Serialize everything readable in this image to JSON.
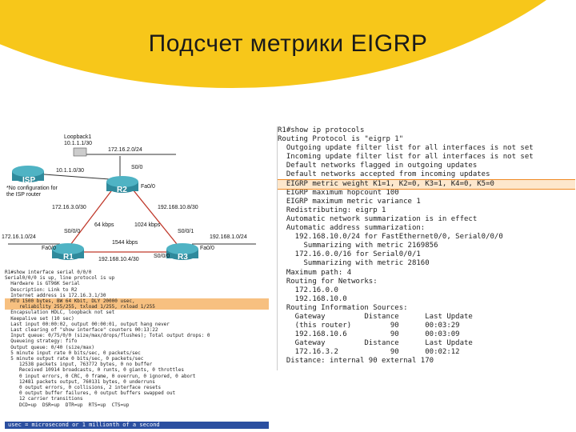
{
  "title": "Подсчет метрики EIGRP",
  "topology": {
    "nodes": {
      "isp": "ISP",
      "r1": "R1",
      "r2": "R2",
      "r3": "R3"
    },
    "labels": {
      "loopback": "Loopback1",
      "loopback_addr": "10.1.1.1/30",
      "net_top": "172.16.2.0/24",
      "isp_link": "10.1.1.0/30",
      "isp_note1": "*No configuration for",
      "isp_note2": "the ISP router",
      "s0_top": "S0/0",
      "fa00_r2": "Fa0/0",
      "link_r1r2": "172.16.3.0/30",
      "link_r2r3": "192.168.10.8/30",
      "bw_r1r2": "64 kbps",
      "bw_r2r3": "1024 kbps",
      "bw_r1r3": "1544 kbps",
      "link_r1r3": "192.168.10.4/30",
      "lan_r1": "172.16.1.0/24",
      "lan_r3": "192.168.1.0/24",
      "s00_r1": "S0/0/0",
      "s01_r3": "S0/0/1",
      "s00_r3": "S0/0/0",
      "fa_r1": "Fa0/0",
      "fa_r3": "Fa0/0"
    }
  },
  "left_cli": [
    "R1#show interface serial 0/0/0",
    "Serial0/0/0 is up, line protocol is up",
    "  Hardware is GT96K Serial",
    "  Description: Link to R2",
    "  Internet address is 172.16.3.1/30",
    "  MTU 1500 bytes, BW 64 Kbit, DLY 20000 usec,",
    "     reliability 255/255, txload 1/255, rxload 1/255",
    "  Encapsulation HDLC, loopback not set",
    "  Keepalive set (10 sec)",
    "  Last input 00:00:02, output 00:00:01, output hang never",
    "  Last clearing of \"show interface\" counters 00:13:22",
    "  Input queue: 0/75/0/0 (size/max/drops/flushes); Total output drops: 0",
    "  Queueing strategy: fifo",
    "  Output queue: 0/40 (size/max)",
    "  5 minute input rate 0 bits/sec, 0 packets/sec",
    "  5 minute output rate 0 bits/sec, 0 packets/sec",
    "     12538 packets input, 763772 bytes, 0 no buffer",
    "     Received 10914 broadcasts, 0 runts, 0 giants, 0 throttles",
    "     0 input errors, 0 CRC, 0 frame, 0 overrun, 0 ignored, 0 abort",
    "     12481 packets output, 760131 bytes, 0 underruns",
    "     0 output errors, 0 collisions, 2 interface resets",
    "     0 output buffer failures, 0 output buffers swapped out",
    "     12 carrier transitions",
    "     DCD=up  DSR=up  DTR=up  RTS=up  CTS=up"
  ],
  "note": "usec = microsecond or 1 millionth of a second",
  "right_cli": [
    "R1#show ip protocols",
    "Routing Protocol is \"eigrp 1\"",
    "  Outgoing update filter list for all interfaces is not set",
    "  Incoming update filter list for all interfaces is not set",
    "  Default networks flagged in outgoing updates",
    "  Default networks accepted from incoming updates",
    "  EIGRP metric weight K1=1, K2=0, K3=1, K4=0, K5=0",
    "  EIGRP maximum hopcount 100",
    "  EIGRP maximum metric variance 1",
    "  Redistributing: eigrp 1",
    "  Automatic network summarization is in effect",
    "  Automatic address summarization:",
    "    192.168.10.0/24 for FastEthernet0/0, Serial0/0/0",
    "      Summarizing with metric 2169856",
    "    172.16.0.0/16 for Serial0/0/1",
    "      Summarizing with metric 28160",
    "  Maximum path: 4",
    "  Routing for Networks:",
    "    172.16.0.0",
    "    192.168.10.0",
    "  Routing Information Sources:",
    "    Gateway         Distance      Last Update",
    "    (this router)         90      00:03:29",
    "    192.168.10.6          90      00:03:09",
    "    Gateway         Distance      Last Update",
    "    172.16.3.2            90      00:02:12",
    "  Distance: internal 90 external 170"
  ],
  "colors": {
    "yellow": "#f7c71a",
    "router": "#2f8a9c",
    "highlight": "#f08a24",
    "note_bar": "#2b4fa0"
  }
}
